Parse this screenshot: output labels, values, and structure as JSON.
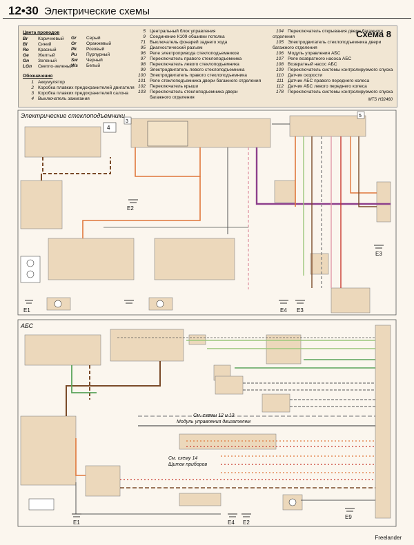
{
  "header": {
    "page_number": "12•30",
    "title": "Электрические схемы"
  },
  "legend": {
    "wire_colors_title": "Цвета проводов",
    "wire_colors_left": [
      {
        "code": "Br",
        "name": "Коричневый"
      },
      {
        "code": "Bl",
        "name": "Синий"
      },
      {
        "code": "Ro",
        "name": "Красный"
      },
      {
        "code": "Ge",
        "name": "Желтый"
      },
      {
        "code": "Gn",
        "name": "Зеленый"
      },
      {
        "code": "LGn",
        "name": "Светло-зеленый"
      }
    ],
    "wire_colors_right": [
      {
        "code": "Gr",
        "name": "Серый"
      },
      {
        "code": "Or",
        "name": "Оранжевый"
      },
      {
        "code": "Pk",
        "name": "Розовый"
      },
      {
        "code": "Pu",
        "name": "Пурпурный"
      },
      {
        "code": "Sw",
        "name": "Черный"
      },
      {
        "code": "Ws",
        "name": "Белый"
      }
    ],
    "designations_title": "Обозначения",
    "designations": [
      {
        "num": "1",
        "text": "Аккумулятор"
      },
      {
        "num": "2",
        "text": "Коробка плавких предохранителей двигателя"
      },
      {
        "num": "3",
        "text": "Коробка плавких предохранителей салона"
      },
      {
        "num": "4",
        "text": "Выключатель зажигания"
      }
    ],
    "items_mid": [
      {
        "num": "5",
        "text": "Центральный блок управления"
      },
      {
        "num": "9",
        "text": "Соединение К109 обшивки потолка"
      },
      {
        "num": "71",
        "text": "Выключатель фонарей заднего хода"
      },
      {
        "num": "95",
        "text": "Диагностический разъем"
      },
      {
        "num": "96",
        "text": "Реле электропривода стеклоподъемников"
      },
      {
        "num": "97",
        "text": "Переключатель правого стеклоподъемника"
      },
      {
        "num": "98",
        "text": "Переключатель левого стеклоподъемника"
      },
      {
        "num": "99",
        "text": "Электродвигатель левого стеклоподъемника"
      },
      {
        "num": "100",
        "text": "Электродвигатель правого стеклоподъемника"
      },
      {
        "num": "101",
        "text": "Реле стеклоподъемника двери багажного отделения"
      },
      {
        "num": "102",
        "text": "Переключатель крыши"
      },
      {
        "num": "103",
        "text": "Переключатель стеклоподъемника двери"
      },
      {
        "num": "",
        "text": "багажного отделения"
      }
    ],
    "items_right": [
      {
        "num": "104",
        "text": "Переключатель открывания двери багажного отделения"
      },
      {
        "num": "105",
        "text": "Электродвигатель стеклоподъемника двери багажного отделения"
      },
      {
        "num": "106",
        "text": "Модуль управления АБС"
      },
      {
        "num": "107",
        "text": "Реле возвратного насоса АБС"
      },
      {
        "num": "108",
        "text": "Возвратный насос АБС"
      },
      {
        "num": "109",
        "text": "Переключатель системы контролируемого спуска"
      },
      {
        "num": "110",
        "text": "Датчик скорости"
      },
      {
        "num": "111",
        "text": "Датчик АБС правого переднего колеса"
      },
      {
        "num": "112",
        "text": "Датчик АБС левого переднего колеса"
      },
      {
        "num": "178",
        "text": "Переключатель системы контролируемого спуска"
      }
    ],
    "scheme_label": "Схема 8",
    "mts": "MTS H32460"
  },
  "sections": {
    "windows_title": "Электрические стеклоподъемники",
    "abs_title": "АБС"
  },
  "labels": {
    "grounds_top": [
      "E1",
      "E2",
      "E3",
      "E4",
      "E3"
    ],
    "grounds_bottom": [
      "E1",
      "E4",
      "E2",
      "E9"
    ],
    "ref_12_13_a": "См. схемы 12 и 13",
    "ref_12_13_b": "Модуль управления двигателем",
    "ref_14_a": "См. схему 14",
    "ref_14_b": "Щиток приборов",
    "footer": "Freelander"
  },
  "colors": {
    "brown": "#7a4a28",
    "orange": "#e0773a",
    "purple": "#8d3f8c",
    "green": "#5aa35a",
    "lightgreen": "#9bc77b",
    "gray": "#8a8a8a",
    "pink": "#e29aa8",
    "red": "#c8382c",
    "beige": "#ecd8bb"
  }
}
